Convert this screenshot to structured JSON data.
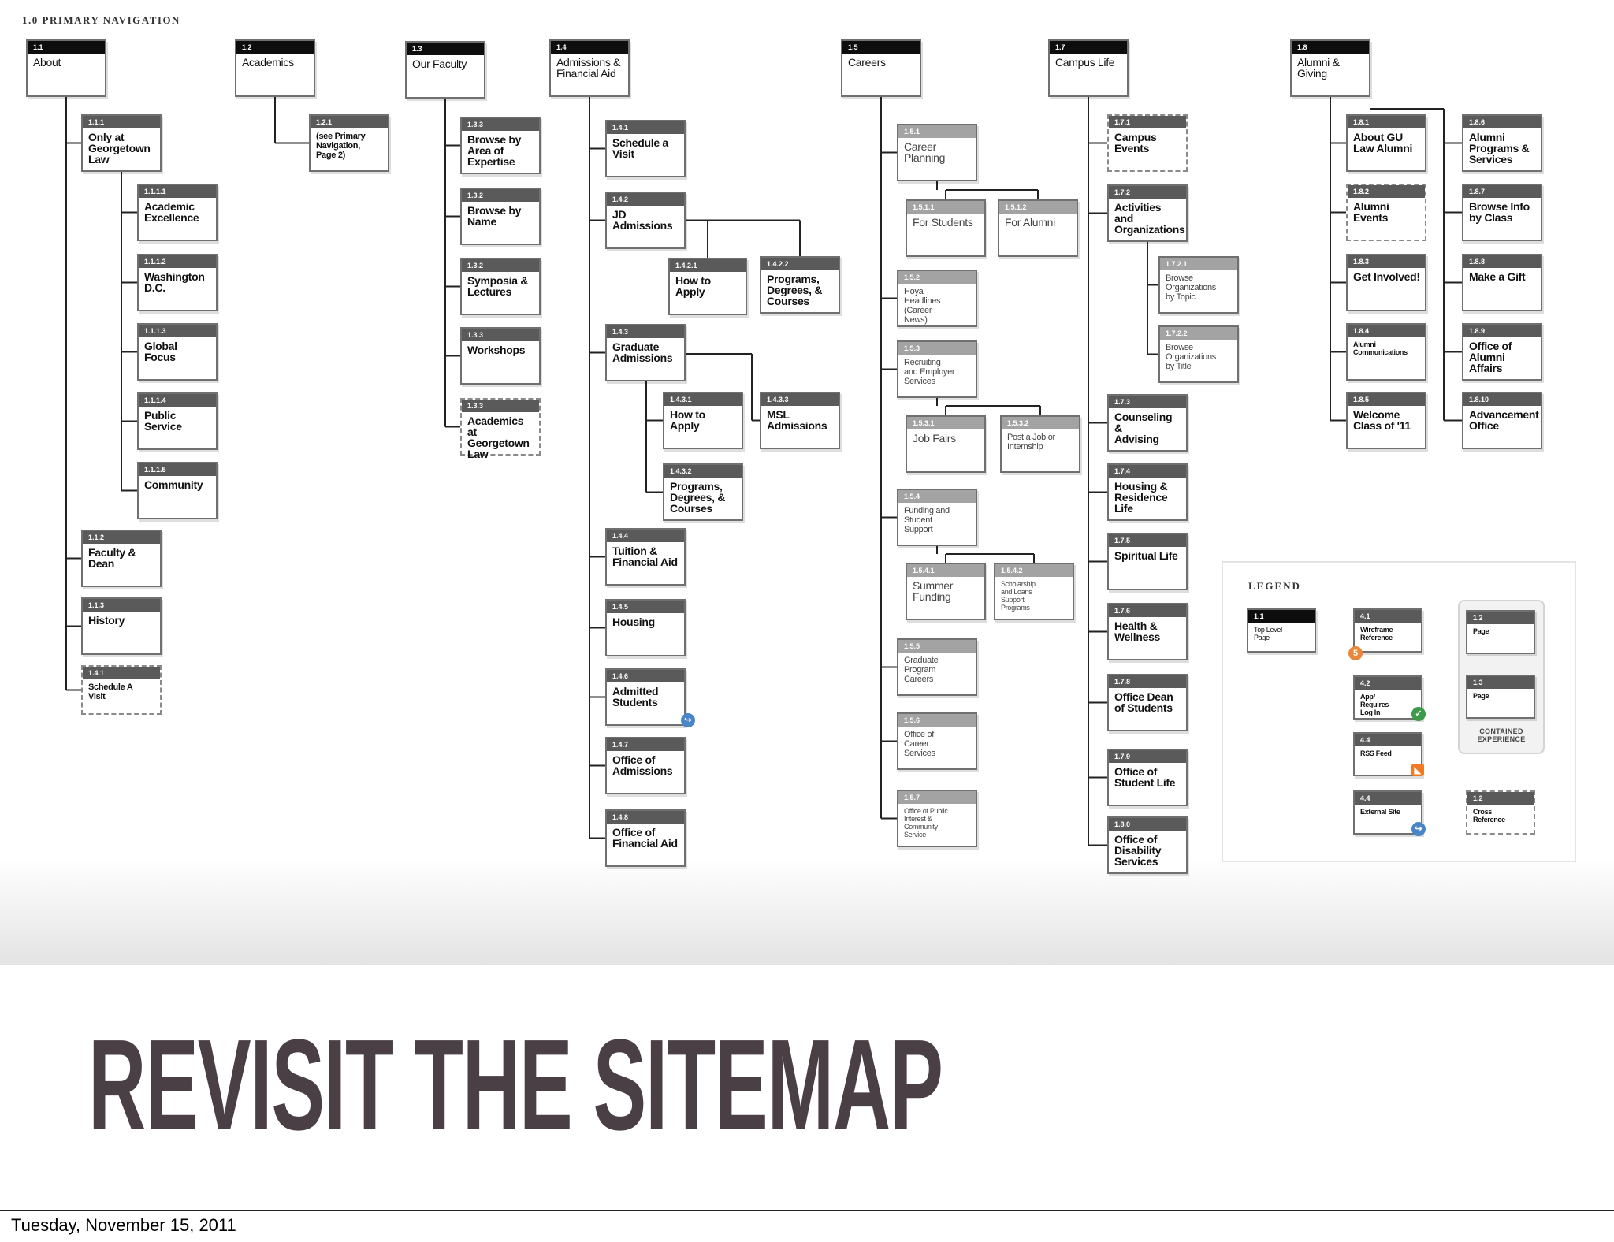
{
  "section_label": "1.0 PRIMARY NAVIGATION",
  "title": "REVISIT THE SITEMAP",
  "date": "Tuesday, November 15, 2011",
  "legend": {
    "title": "LEGEND",
    "contained_label": "CONTAINED EXPERIENCE",
    "items": [
      {
        "code": "1.1",
        "label": "Top Level\nPage",
        "style": "top"
      },
      {
        "code": "4.1",
        "label": "Wireframe\nReference",
        "style": "normal",
        "badge": "wireframe"
      },
      {
        "code": "4.2",
        "label": "App/\nRequires\nLog In",
        "style": "normal",
        "badge": "login"
      },
      {
        "code": "4.4",
        "label": "RSS Feed",
        "style": "normal",
        "badge": "rss"
      },
      {
        "code": "4.4",
        "label": "External Site",
        "style": "normal",
        "badge": "external"
      },
      {
        "code": "1.2",
        "label": "Page",
        "style": "normal"
      },
      {
        "code": "1.3",
        "label": "Page",
        "style": "normal"
      },
      {
        "code": "1.2",
        "label": "Cross\nReference",
        "style": "dashed"
      }
    ]
  },
  "nodes": [
    {
      "id": "n1_1",
      "code": "1.1",
      "label": "About",
      "style": "top"
    },
    {
      "id": "n1_1_1",
      "code": "1.1.1",
      "label": "Only at\nGeorgetown\nLaw"
    },
    {
      "id": "n1_1_1_1",
      "code": "1.1.1.1",
      "label": "Academic\nExcellence",
      "style": "sub"
    },
    {
      "id": "n1_1_1_2",
      "code": "1.1.1.2",
      "label": "Washington\nD.C.",
      "style": "sub"
    },
    {
      "id": "n1_1_1_3",
      "code": "1.1.1.3",
      "label": "Global Focus",
      "style": "sub"
    },
    {
      "id": "n1_1_1_4",
      "code": "1.1.1.4",
      "label": "Public\nService",
      "style": "sub"
    },
    {
      "id": "n1_1_1_5",
      "code": "1.1.1.5",
      "label": "Community",
      "style": "sub"
    },
    {
      "id": "n1_1_2",
      "code": "1.1.2",
      "label": "Faculty &\nDean"
    },
    {
      "id": "n1_1_3",
      "code": "1.1.3",
      "label": "History"
    },
    {
      "id": "n1_1_4",
      "code": "1.4.1",
      "label": "Schedule A\nVisit",
      "style": "dashed",
      "size": "small"
    },
    {
      "id": "n1_2",
      "code": "1.2",
      "label": "Academics",
      "style": "top"
    },
    {
      "id": "n1_2_1",
      "code": "1.2.1",
      "label": "(see Primary\nNavigation,\nPage 2)",
      "size": "small"
    },
    {
      "id": "n1_3",
      "code": "1.3",
      "label": "Our Faculty",
      "style": "top"
    },
    {
      "id": "n1_3_a",
      "code": "1.3.3",
      "label": "Browse by\nArea of\nExpertise"
    },
    {
      "id": "n1_3_b",
      "code": "1.3.2",
      "label": "Browse by\nName"
    },
    {
      "id": "n1_3_c",
      "code": "1.3.2",
      "label": "Symposia &\nLectures"
    },
    {
      "id": "n1_3_d",
      "code": "1.3.3",
      "label": "Workshops"
    },
    {
      "id": "n1_3_e",
      "code": "1.3.3",
      "label": "Academics at\nGeorgetown\nLaw",
      "style": "dashed"
    },
    {
      "id": "n1_4",
      "code": "1.4",
      "label": "Admissions &\nFinancial Aid",
      "style": "top"
    },
    {
      "id": "n1_4_1",
      "code": "1.4.1",
      "label": "Schedule a\nVisit"
    },
    {
      "id": "n1_4_2",
      "code": "1.4.2",
      "label": "JD\nAdmissions"
    },
    {
      "id": "n1_4_2_1",
      "code": "1.4.2.1",
      "label": "How to Apply"
    },
    {
      "id": "n1_4_2_2",
      "code": "1.4.2.2",
      "label": "Programs,\nDegrees, &\nCourses"
    },
    {
      "id": "n1_4_3",
      "code": "1.4.3",
      "label": "Graduate\nAdmissions"
    },
    {
      "id": "n1_4_3_1",
      "code": "1.4.3.1",
      "label": "How to Apply"
    },
    {
      "id": "n1_4_3_3",
      "code": "1.4.3.3",
      "label": "MSL\nAdmissions"
    },
    {
      "id": "n1_4_3_2",
      "code": "1.4.3.2",
      "label": "Programs,\nDegrees, &\nCourses"
    },
    {
      "id": "n1_4_4",
      "code": "1.4.4",
      "label": "Tuition &\nFinancial Aid"
    },
    {
      "id": "n1_4_5",
      "code": "1.4.5",
      "label": "Housing"
    },
    {
      "id": "n1_4_6",
      "code": "1.4.6",
      "label": "Admitted\nStudents",
      "badge": "external"
    },
    {
      "id": "n1_4_7",
      "code": "1.4.7",
      "label": "Office of\nAdmissions"
    },
    {
      "id": "n1_4_8",
      "code": "1.4.8",
      "label": "Office of\nFinancial Aid"
    },
    {
      "id": "n1_5",
      "code": "1.5",
      "label": "Careers",
      "style": "top"
    },
    {
      "id": "n1_5_1",
      "code": "1.5.1",
      "label": "Career\nPlanning",
      "style": "light"
    },
    {
      "id": "n1_5_1_1",
      "code": "1.5.1.1",
      "label": "For Students",
      "style": "light"
    },
    {
      "id": "n1_5_1_2",
      "code": "1.5.1.2",
      "label": "For Alumni",
      "style": "light"
    },
    {
      "id": "n1_5_2",
      "code": "1.5.2",
      "label": "Hoya\nHeadlines\n(Career\nNews)",
      "style": "light",
      "size": "small"
    },
    {
      "id": "n1_5_3",
      "code": "1.5.3",
      "label": "Recruiting\nand Employer\nServices",
      "style": "light",
      "size": "small"
    },
    {
      "id": "n1_5_3_1",
      "code": "1.5.3.1",
      "label": "Job Fairs",
      "style": "light"
    },
    {
      "id": "n1_5_3_2",
      "code": "1.5.3.2",
      "label": "Post a Job or\nInternship",
      "style": "light",
      "size": "small"
    },
    {
      "id": "n1_5_4",
      "code": "1.5.4",
      "label": "Funding and\nStudent\nSupport",
      "style": "light",
      "size": "small"
    },
    {
      "id": "n1_5_4_1",
      "code": "1.5.4.1",
      "label": "Summer\nFunding",
      "style": "light"
    },
    {
      "id": "n1_5_4_2",
      "code": "1.5.4.2",
      "label": "Scholarship\nand Loans\nSupport\nPrograms",
      "style": "light",
      "size": "tiny"
    },
    {
      "id": "n1_5_5",
      "code": "1.5.5",
      "label": "Graduate\nProgram\nCareers",
      "style": "light",
      "size": "small"
    },
    {
      "id": "n1_5_6",
      "code": "1.5.6",
      "label": "Office of\nCareer\nServices",
      "style": "light",
      "size": "small"
    },
    {
      "id": "n1_5_7",
      "code": "1.5.7",
      "label": "Office of Public\nInterest &\nCommunity\nService",
      "style": "light",
      "size": "tiny"
    },
    {
      "id": "n1_7",
      "code": "1.7",
      "label": "Campus Life",
      "style": "top"
    },
    {
      "id": "n1_7_1",
      "code": "1.7.1",
      "label": "Campus\nEvents",
      "style": "dashed"
    },
    {
      "id": "n1_7_2",
      "code": "1.7.2",
      "label": "Activities and\nOrganizations"
    },
    {
      "id": "n1_7_2_1",
      "code": "1.7.2.1",
      "label": "Browse\nOrganizations\nby Topic",
      "style": "light",
      "size": "small"
    },
    {
      "id": "n1_7_2_2",
      "code": "1.7.2.2",
      "label": "Browse\nOrganizations\nby Title",
      "style": "light",
      "size": "small"
    },
    {
      "id": "n1_7_3",
      "code": "1.7.3",
      "label": "Counseling &\nAdvising"
    },
    {
      "id": "n1_7_4",
      "code": "1.7.4",
      "label": "Housing &\nResidence\nLife"
    },
    {
      "id": "n1_7_5",
      "code": "1.7.5",
      "label": "Spiritual Life"
    },
    {
      "id": "n1_7_6",
      "code": "1.7.6",
      "label": "Health &\nWellness"
    },
    {
      "id": "n1_7_8",
      "code": "1.7.8",
      "label": "Office Dean\nof Students"
    },
    {
      "id": "n1_7_9",
      "code": "1.7.9",
      "label": "Office of\nStudent Life"
    },
    {
      "id": "n1_7_10",
      "code": "1.8.0",
      "label": "Office of\nDisability\nServices"
    },
    {
      "id": "n1_8",
      "code": "1.8",
      "label": "Alumni &\nGiving",
      "style": "top"
    },
    {
      "id": "n1_8_1",
      "code": "1.8.1",
      "label": "About GU\nLaw Alumni"
    },
    {
      "id": "n1_8_2",
      "code": "1.8.2",
      "label": "Alumni\nEvents",
      "style": "dashed"
    },
    {
      "id": "n1_8_3",
      "code": "1.8.3",
      "label": "Get Involved!"
    },
    {
      "id": "n1_8_4",
      "code": "1.8.4",
      "label": "Alumni\nCommunications",
      "size": "tiny"
    },
    {
      "id": "n1_8_5",
      "code": "1.8.5",
      "label": "Welcome\nClass of '11"
    },
    {
      "id": "n1_8_6",
      "code": "1.8.6",
      "label": "Alumni\nPrograms &\nServices"
    },
    {
      "id": "n1_8_7",
      "code": "1.8.7",
      "label": "Browse Info\nby Class"
    },
    {
      "id": "n1_8_8",
      "code": "1.8.8",
      "label": "Make a Gift"
    },
    {
      "id": "n1_8_9",
      "code": "1.8.9",
      "label": "Office of\nAlumni\nAffairs"
    },
    {
      "id": "n1_8_10",
      "code": "1.8.10",
      "label": "Advancement\nOffice"
    }
  ],
  "edges": [
    [
      "n1_1",
      "n1_1_1"
    ],
    [
      "n1_1",
      "n1_1_2"
    ],
    [
      "n1_1",
      "n1_1_3"
    ],
    [
      "n1_1",
      "n1_1_4"
    ],
    [
      "n1_1_1",
      "n1_1_1_1"
    ],
    [
      "n1_1_1",
      "n1_1_1_2"
    ],
    [
      "n1_1_1",
      "n1_1_1_3"
    ],
    [
      "n1_1_1",
      "n1_1_1_4"
    ],
    [
      "n1_1_1",
      "n1_1_1_5"
    ],
    [
      "n1_2",
      "n1_2_1"
    ],
    [
      "n1_3",
      "n1_3_a"
    ],
    [
      "n1_3",
      "n1_3_b"
    ],
    [
      "n1_3",
      "n1_3_c"
    ],
    [
      "n1_3",
      "n1_3_d"
    ],
    [
      "n1_3",
      "n1_3_e"
    ],
    [
      "n1_4",
      "n1_4_1"
    ],
    [
      "n1_4",
      "n1_4_2"
    ],
    [
      "n1_4",
      "n1_4_3"
    ],
    [
      "n1_4",
      "n1_4_4"
    ],
    [
      "n1_4",
      "n1_4_5"
    ],
    [
      "n1_4",
      "n1_4_6"
    ],
    [
      "n1_4",
      "n1_4_7"
    ],
    [
      "n1_4",
      "n1_4_8"
    ],
    [
      "n1_4_2",
      "n1_4_2_1"
    ],
    [
      "n1_4_2",
      "n1_4_2_2"
    ],
    [
      "n1_4_3",
      "n1_4_3_1"
    ],
    [
      "n1_4_3",
      "n1_4_3_3"
    ],
    [
      "n1_4_3",
      "n1_4_3_2"
    ],
    [
      "n1_5",
      "n1_5_1"
    ],
    [
      "n1_5",
      "n1_5_2"
    ],
    [
      "n1_5",
      "n1_5_3"
    ],
    [
      "n1_5",
      "n1_5_4"
    ],
    [
      "n1_5",
      "n1_5_5"
    ],
    [
      "n1_5",
      "n1_5_6"
    ],
    [
      "n1_5",
      "n1_5_7"
    ],
    [
      "n1_5_1",
      "n1_5_1_1"
    ],
    [
      "n1_5_1",
      "n1_5_1_2"
    ],
    [
      "n1_5_3",
      "n1_5_3_1"
    ],
    [
      "n1_5_3",
      "n1_5_3_2"
    ],
    [
      "n1_5_4",
      "n1_5_4_1"
    ],
    [
      "n1_5_4",
      "n1_5_4_2"
    ],
    [
      "n1_7",
      "n1_7_1"
    ],
    [
      "n1_7",
      "n1_7_2"
    ],
    [
      "n1_7",
      "n1_7_3"
    ],
    [
      "n1_7",
      "n1_7_4"
    ],
    [
      "n1_7",
      "n1_7_5"
    ],
    [
      "n1_7",
      "n1_7_6"
    ],
    [
      "n1_7",
      "n1_7_8"
    ],
    [
      "n1_7",
      "n1_7_9"
    ],
    [
      "n1_7",
      "n1_7_10"
    ],
    [
      "n1_7_2",
      "n1_7_2_1"
    ],
    [
      "n1_7_2",
      "n1_7_2_2"
    ],
    [
      "n1_8",
      "n1_8_1"
    ],
    [
      "n1_8",
      "n1_8_2"
    ],
    [
      "n1_8",
      "n1_8_3"
    ],
    [
      "n1_8",
      "n1_8_4"
    ],
    [
      "n1_8",
      "n1_8_5"
    ],
    [
      "n1_8",
      "n1_8_6"
    ],
    [
      "n1_8",
      "n1_8_7"
    ],
    [
      "n1_8",
      "n1_8_8"
    ],
    [
      "n1_8",
      "n1_8_9"
    ],
    [
      "n1_8",
      "n1_8_10"
    ]
  ]
}
